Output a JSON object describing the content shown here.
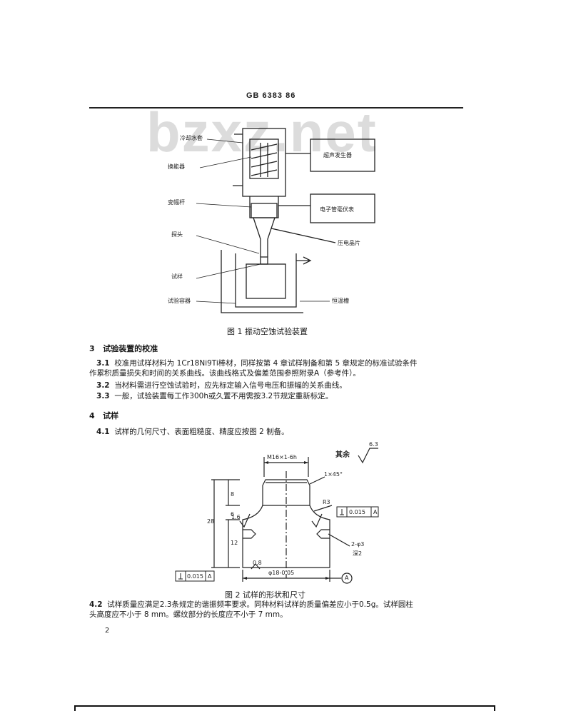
{
  "header": {
    "standard_code": "GB 6383  86"
  },
  "watermark": {
    "text": "bzxz.net"
  },
  "figure1": {
    "labels": {
      "water_jacket": "冷却水套",
      "vibrator": "换能器",
      "amplitude_rod": "变幅杆",
      "tip": "探头",
      "specimen": "试样",
      "test_container": "试验容器",
      "ultrasonic_generator": "超声发生器",
      "electronic_voltmeter": "电子管毫伏表",
      "piezo_element": "压电晶片",
      "thermostat": "恒温槽"
    },
    "caption": "图 1  振动空蚀试验装置"
  },
  "section3": {
    "number": "3",
    "title": "试验装置的校准",
    "items": [
      {
        "num": "3.1",
        "line1": "校准用试样材料为 1Cr18Ni9Ti棒材，同样按第 4 章试样制备和第 5 章规定的标准试验条件",
        "line2": "作累积质量损失和时间的关系曲线。该曲线格式及偏差范围参照附录A（参考件）。"
      },
      {
        "num": "3.2",
        "line1": "当材料需进行空蚀试验时，应先标定输入信号电压和振幅的关系曲线。"
      },
      {
        "num": "3.3",
        "line1": "一般，试验装置每工作300h或久置不用需按3.2节规定重新标定。"
      }
    ]
  },
  "section4": {
    "number": "4",
    "title": "试样",
    "items": [
      {
        "num": "4.1",
        "line1": "试样的几何尺寸、表面粗糙度、精度应按图 2 制备。"
      }
    ]
  },
  "figure2": {
    "roughness_note": "其余",
    "roughness_value": "6.3",
    "thread_dim": "M16×1-6h",
    "chamfer": "1×45°",
    "radius": "R3",
    "tolerance_right": "0.015",
    "datum": "A",
    "tolerance_left": "0.015",
    "hole_note_top": "2-φ3",
    "hole_note_bottom": "深2",
    "dia_dim": "φ18-0.05",
    "rough_small_1": "1.6",
    "rough_small_2": "0.8",
    "dim_a": "8",
    "dim_b": "28",
    "dim_c": "6",
    "dim_d": "12",
    "caption": "图 2  试样的形状和尺寸"
  },
  "section4_2": {
    "num": "4.2",
    "line1": "试样质量应满足2.3条规定的谐振频率要求。同种材料试样的质量偏差应小于0.5g。试样圆柱",
    "line2": "头高度应不小于 8 mm。螺纹部分的长度应不小于 7 mm。"
  },
  "page": {
    "number": "2"
  }
}
